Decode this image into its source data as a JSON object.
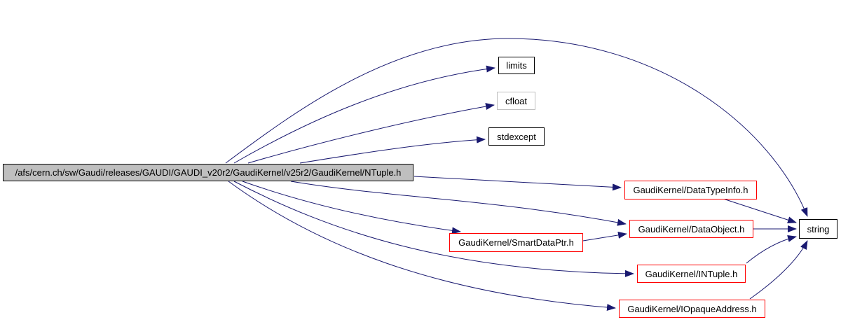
{
  "graph": {
    "background": "#ffffff",
    "edge_color": "#191970",
    "node_text_color": "#000000",
    "main_node_fill": "#bfbfbf",
    "red_border": "#ff0000",
    "nodes": [
      {
        "id": "main",
        "label": "/afs/cern.ch/sw/Gaudi/releases/GAUDI/GAUDI_v20r2/GaudiKernel/v25r2/GaudiKernel/NTuple.h",
        "fill": "#bfbfbf",
        "border": "#000000"
      },
      {
        "id": "limits",
        "label": "limits",
        "fill": "#ffffff",
        "border": "#000000"
      },
      {
        "id": "cfloat",
        "label": "cfloat",
        "fill": "#ffffff",
        "border": "#c0c0c0"
      },
      {
        "id": "stdexcept",
        "label": "stdexcept",
        "fill": "#ffffff",
        "border": "#000000"
      },
      {
        "id": "datatypeinfo",
        "label": "GaudiKernel/DataTypeInfo.h",
        "fill": "#ffffff",
        "border": "#ff0000"
      },
      {
        "id": "dataobject",
        "label": "GaudiKernel/DataObject.h",
        "fill": "#ffffff",
        "border": "#ff0000"
      },
      {
        "id": "smartdataptr",
        "label": "GaudiKernel/SmartDataPtr.h",
        "fill": "#ffffff",
        "border": "#ff0000"
      },
      {
        "id": "intuple",
        "label": "GaudiKernel/INTuple.h",
        "fill": "#ffffff",
        "border": "#ff0000"
      },
      {
        "id": "iopaqueaddress",
        "label": "GaudiKernel/IOpaqueAddress.h",
        "fill": "#ffffff",
        "border": "#ff0000"
      },
      {
        "id": "string",
        "label": "string",
        "fill": "#ffffff",
        "border": "#000000"
      }
    ],
    "edges": [
      {
        "from": "main",
        "to": "limits"
      },
      {
        "from": "main",
        "to": "cfloat"
      },
      {
        "from": "main",
        "to": "stdexcept"
      },
      {
        "from": "main",
        "to": "string"
      },
      {
        "from": "main",
        "to": "datatypeinfo"
      },
      {
        "from": "main",
        "to": "dataobject"
      },
      {
        "from": "main",
        "to": "smartdataptr"
      },
      {
        "from": "main",
        "to": "intuple"
      },
      {
        "from": "main",
        "to": "iopaqueaddress"
      },
      {
        "from": "smartdataptr",
        "to": "dataobject"
      },
      {
        "from": "datatypeinfo",
        "to": "string"
      },
      {
        "from": "dataobject",
        "to": "string"
      },
      {
        "from": "intuple",
        "to": "string"
      },
      {
        "from": "iopaqueaddress",
        "to": "string"
      }
    ]
  }
}
